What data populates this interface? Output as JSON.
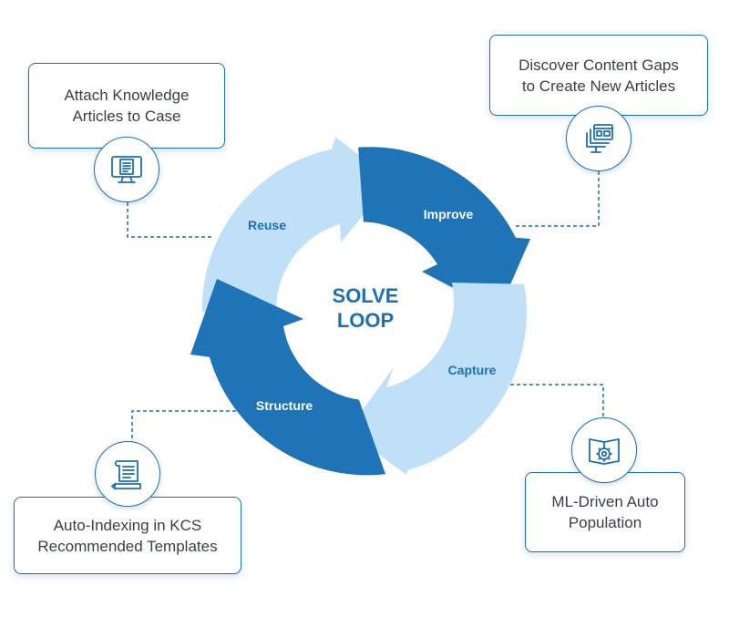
{
  "center": {
    "line1": "SOLVE",
    "line2": "LOOP"
  },
  "segments": {
    "reuse": "Reuse",
    "improve": "Improve",
    "capture": "Capture",
    "structure": "Structure"
  },
  "cards": {
    "attach": "Attach Knowledge\nArticles to Case",
    "discover": "Discover Content Gaps\nto Create New Articles",
    "auto_indexing": "Auto-Indexing in KCS\nRecommended Templates",
    "ml_driven": "ML-Driven Auto\nPopulation"
  },
  "icons": {
    "attach": "monitor-document-icon",
    "discover": "stacked-screens-icon",
    "auto_indexing": "scroll-pencil-icon",
    "ml_driven": "book-gear-icon"
  },
  "colors": {
    "light_blue": "#bfe0f7",
    "dark_blue": "#1f73b7",
    "label_dark": "#1f6fb2",
    "label_light": "#ffffff",
    "card_border": "#1f6fb2"
  }
}
